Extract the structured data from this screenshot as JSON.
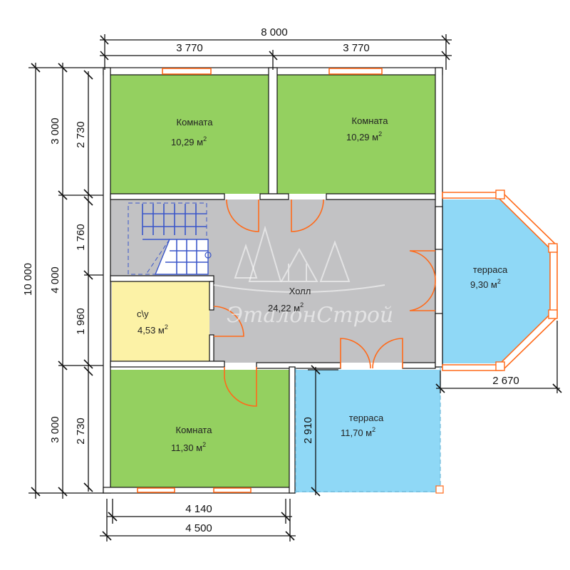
{
  "rooms": {
    "room_nw": {
      "name": "Комната",
      "area": "10,29 м",
      "unit_sup": "2"
    },
    "room_ne": {
      "name": "Комната",
      "area": "10,29 м",
      "unit_sup": "2"
    },
    "hall": {
      "name": "Холл",
      "area": "24,22 м",
      "unit_sup": "2"
    },
    "bathroom": {
      "name": "с\\у",
      "area": "4,53 м",
      "unit_sup": "2"
    },
    "room_sw": {
      "name": "Комната",
      "area": "11,30 м",
      "unit_sup": "2"
    },
    "terrace_east": {
      "name": "терраса",
      "area": "9,30 м",
      "unit_sup": "2"
    },
    "terrace_south": {
      "name": "терраса",
      "area": "11,70 м",
      "unit_sup": "2"
    }
  },
  "dimensions": {
    "total_width": "8 000",
    "top_left_width": "3 770",
    "top_right_width": "3 770",
    "total_height": "10 000",
    "seg_top_outer": "3 000",
    "seg_top_inner": "2 730",
    "seg_mid_outer": "4 000",
    "seg_mid_inner_upper": "1 760",
    "seg_mid_inner_lower": "1 960",
    "seg_bottom_outer": "3 000",
    "seg_bottom_inner": "2 730",
    "bottom_inner_width": "4 140",
    "bottom_outer_width": "4 500",
    "terrace_east_depth": "2 670",
    "terrace_south_depth": "2 910"
  },
  "watermark": {
    "text": "ЭталонСтрой"
  },
  "colors": {
    "room_green": "#94d060",
    "hall_gray": "#c2c2c4",
    "bath_yellow": "#fcf2a6",
    "terrace_blue": "#8fd8f6",
    "window_orange": "#ff6a1a",
    "stair_blue": "#3a56c9"
  }
}
